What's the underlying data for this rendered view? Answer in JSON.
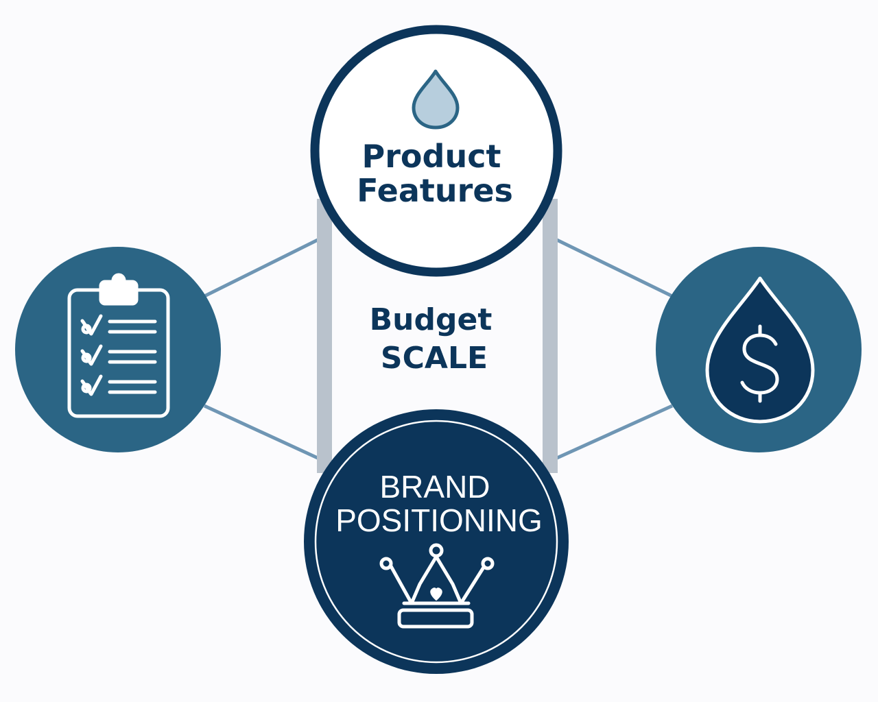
{
  "nodes": {
    "top": {
      "line1": "Product",
      "line2": "Features"
    },
    "center": {
      "line1": "Budget",
      "line2": "SCALE"
    },
    "bottom": {
      "line1": "BRAND",
      "line2": "POSITIONING"
    }
  },
  "icons": {
    "top": "water-drop-icon",
    "left": "clipboard-checklist-icon",
    "right": "dollar-drop-icon",
    "bottom": "crown-icon"
  },
  "colors": {
    "navy": "#0c355a",
    "mid_blue": "#2b6585",
    "connector": "#6f96b4",
    "pillar": "#b9c2cc",
    "drop_fill": "#b7cedd",
    "background": "#fbfbfd"
  }
}
